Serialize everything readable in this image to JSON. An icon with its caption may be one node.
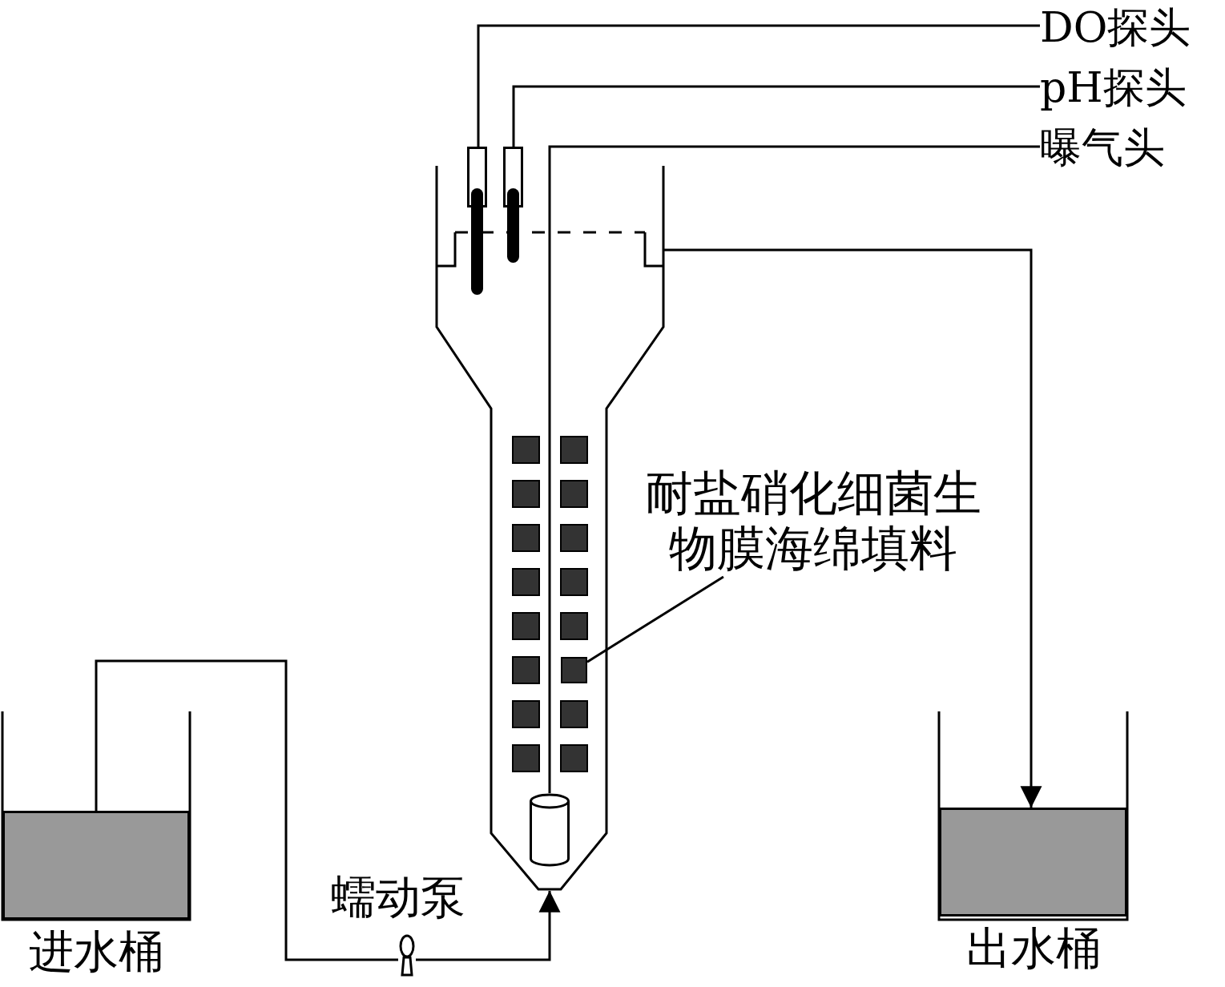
{
  "diagram": {
    "nodes": [
      {
        "text": [
          "DO探头"
        ]
      },
      {
        "text": [
          "pH探头"
        ]
      },
      {
        "text": [
          "曝气头"
        ]
      },
      {
        "text": [],
        "shape": "picture"
      },
      {
        "text": [],
        "shape": "bar"
      },
      {
        "text": [],
        "shape": "bar"
      },
      {
        "text": [],
        "shape": "cylinder",
        "in": 3
      },
      {
        "text": [
          "耐盐硝化细菌生物膜海绵填料"
        ]
      },
      {
        "text": [],
        "shape": "box",
        "in": 3
      },
      {
        "text": [
          "进水桶"
        ]
      },
      {
        "text": [],
        "shape": "pump",
        "beside": [
          "蠕动泵"
        ]
      },
      {
        "text": [
          "出水桶"
        ]
      }
    ],
    "edges": [
      {
        "from": 0,
        "to": 4,
        "arrow": "none"
      },
      {
        "from": 1,
        "to": 5,
        "arrow": "none"
      },
      {
        "from": 2,
        "to": 6,
        "arrow": "none"
      },
      {
        "from": 7,
        "to": 8,
        "arrow": "none"
      },
      {
        "from": 9,
        "to": 10,
        "arrow": "none"
      },
      {
        "from": 10,
        "to": 3,
        "arrow": "to"
      },
      {
        "from": 3,
        "to": 11,
        "arrow": "to"
      }
    ]
  }
}
